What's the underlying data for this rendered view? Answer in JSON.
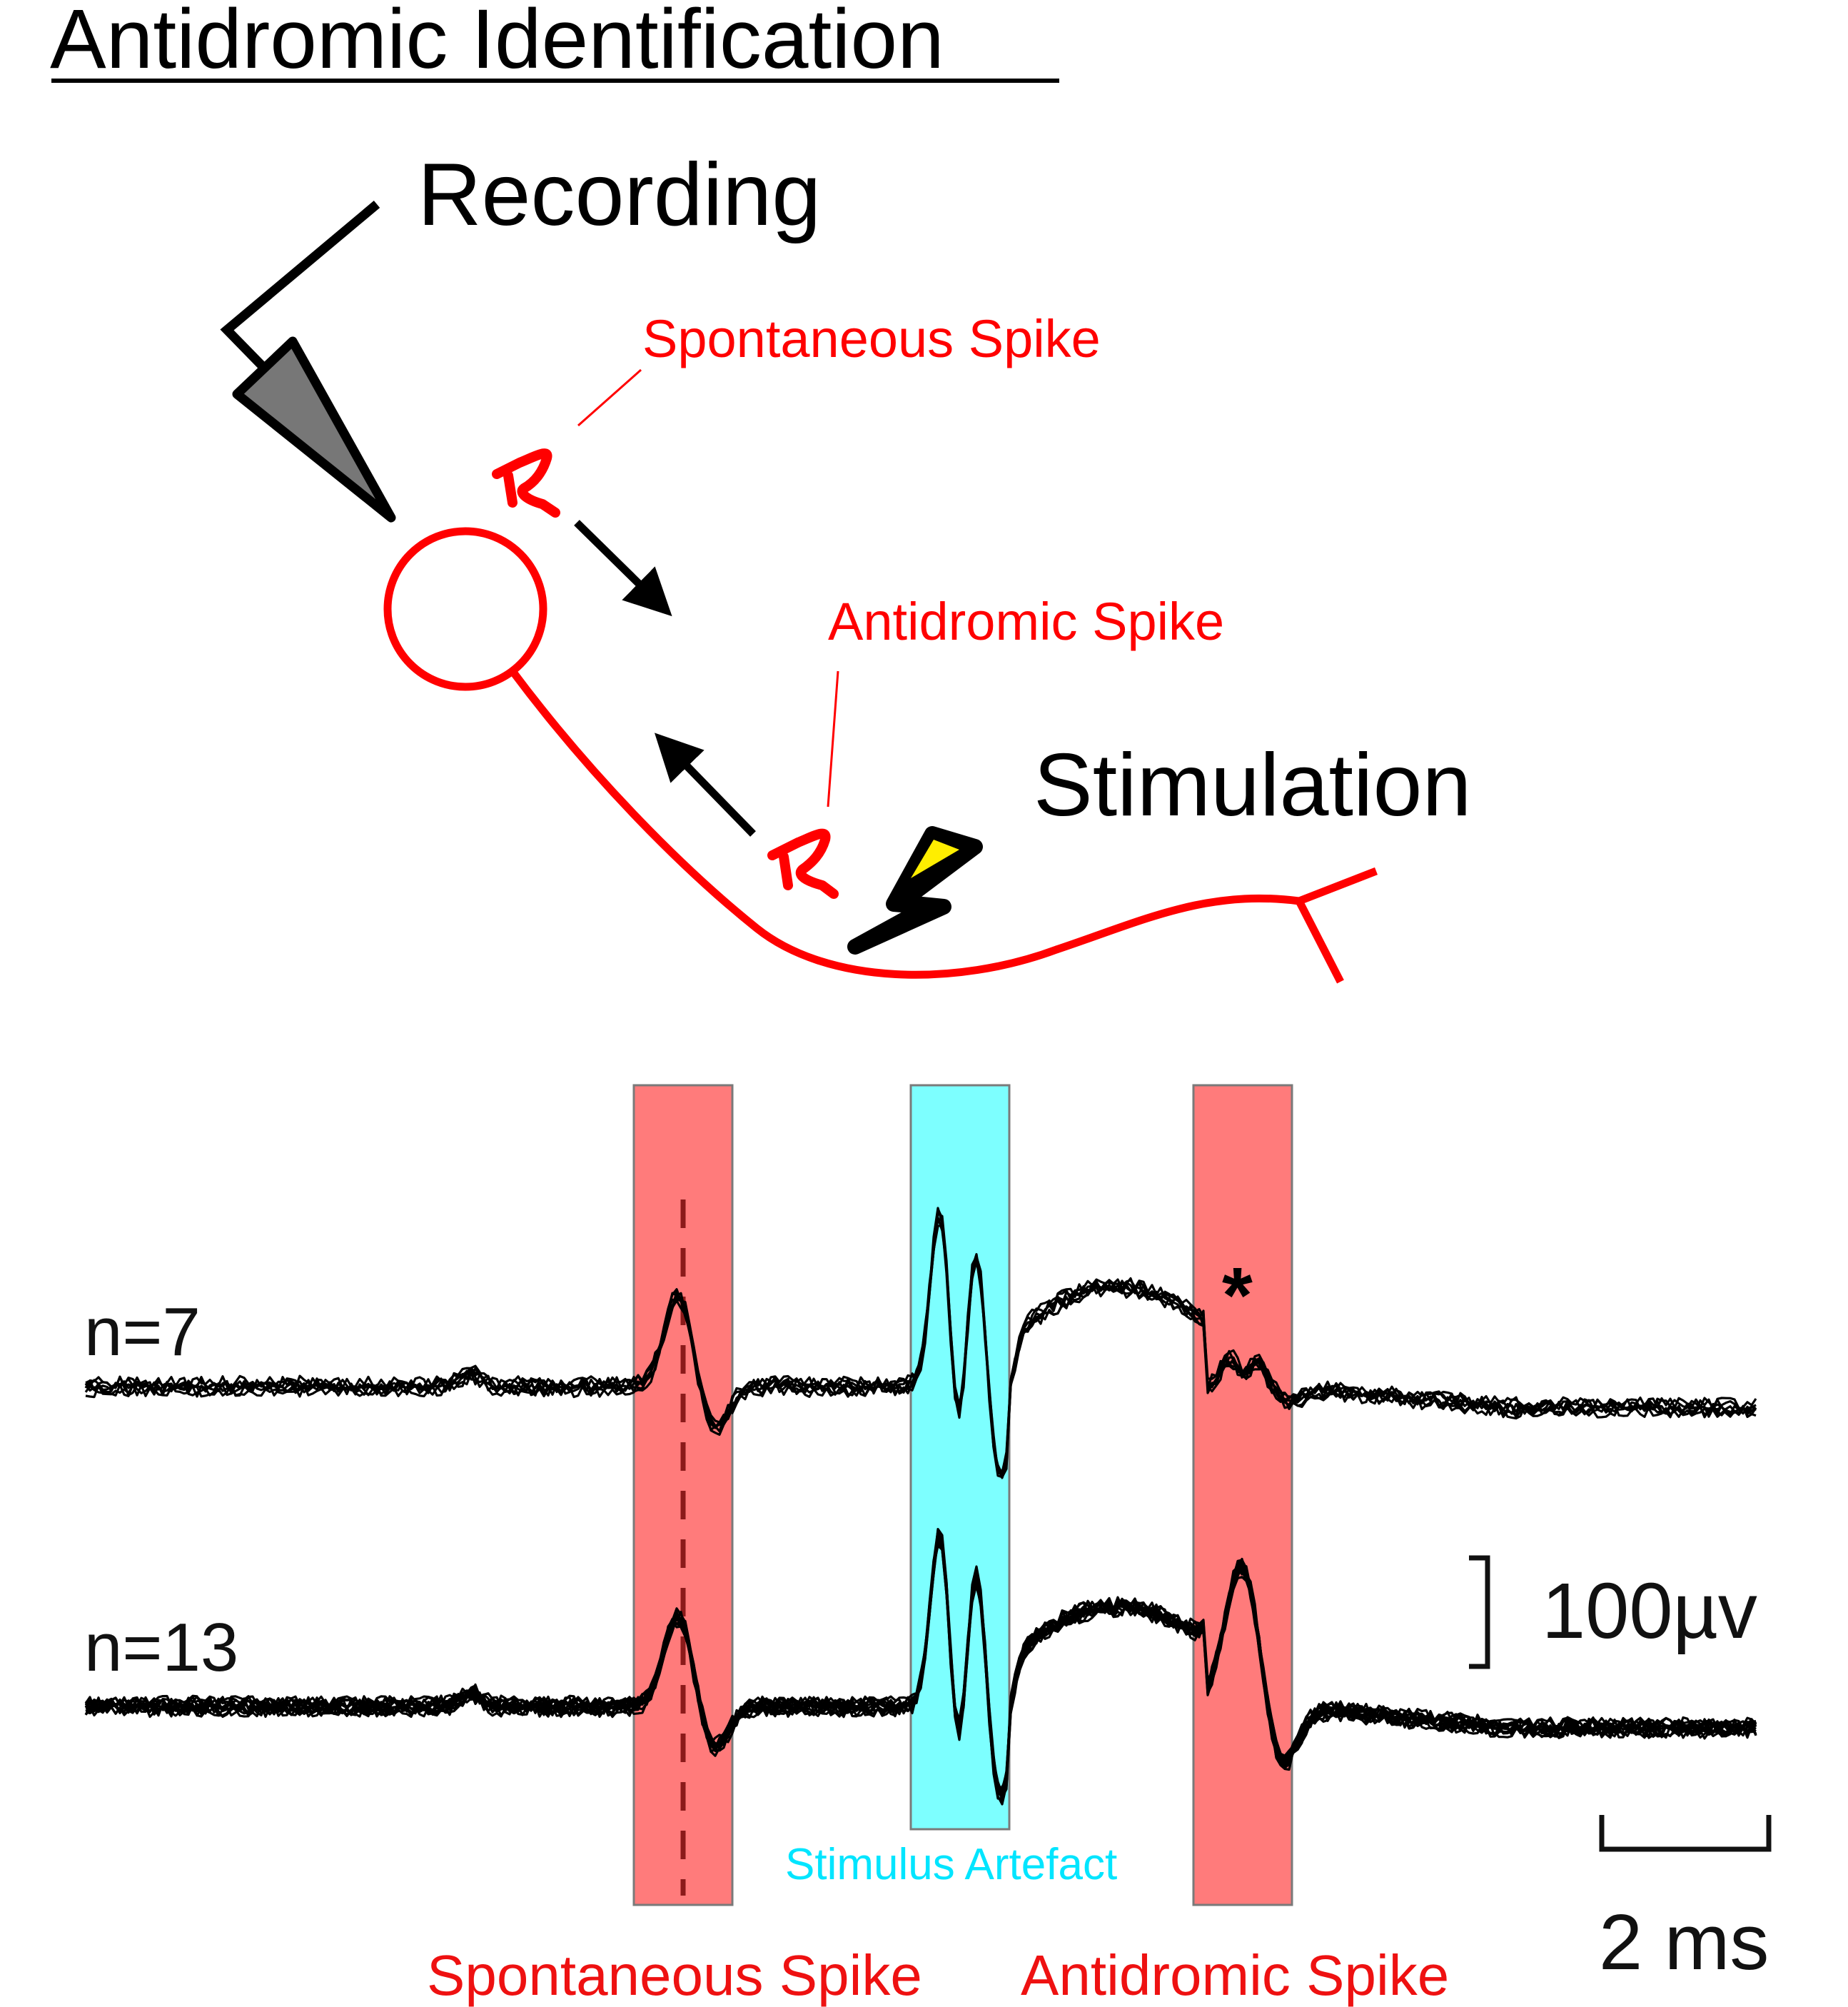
{
  "title": "Antidromic Identification",
  "diagram": {
    "recording_label": "Recording",
    "stimulation_label": "Stimulation",
    "spontaneous_spike_label": "Spontaneous Spike",
    "antidromic_spike_label": "Antidromic Spike"
  },
  "traces": {
    "top_trace_label": "n=7",
    "bottom_trace_label": "n=13",
    "asterisk": "*",
    "voltage_scale_label": "100µv",
    "time_scale_label": "2 ms",
    "stimulus_artefact_label": "Stimulus Artefact",
    "band_label_spontaneous": "Spontaneous Spike",
    "band_label_antidromic": "Antidromic Spike"
  },
  "colors": {
    "neuron": "#ff0000",
    "spike_band": "#ff7b7b",
    "artefact_band": "#7dffff",
    "artefact_label": "#00e5ff",
    "bolt_fill": "#ffee00",
    "electrode_fill": "#777777",
    "trace": "#000000"
  }
}
